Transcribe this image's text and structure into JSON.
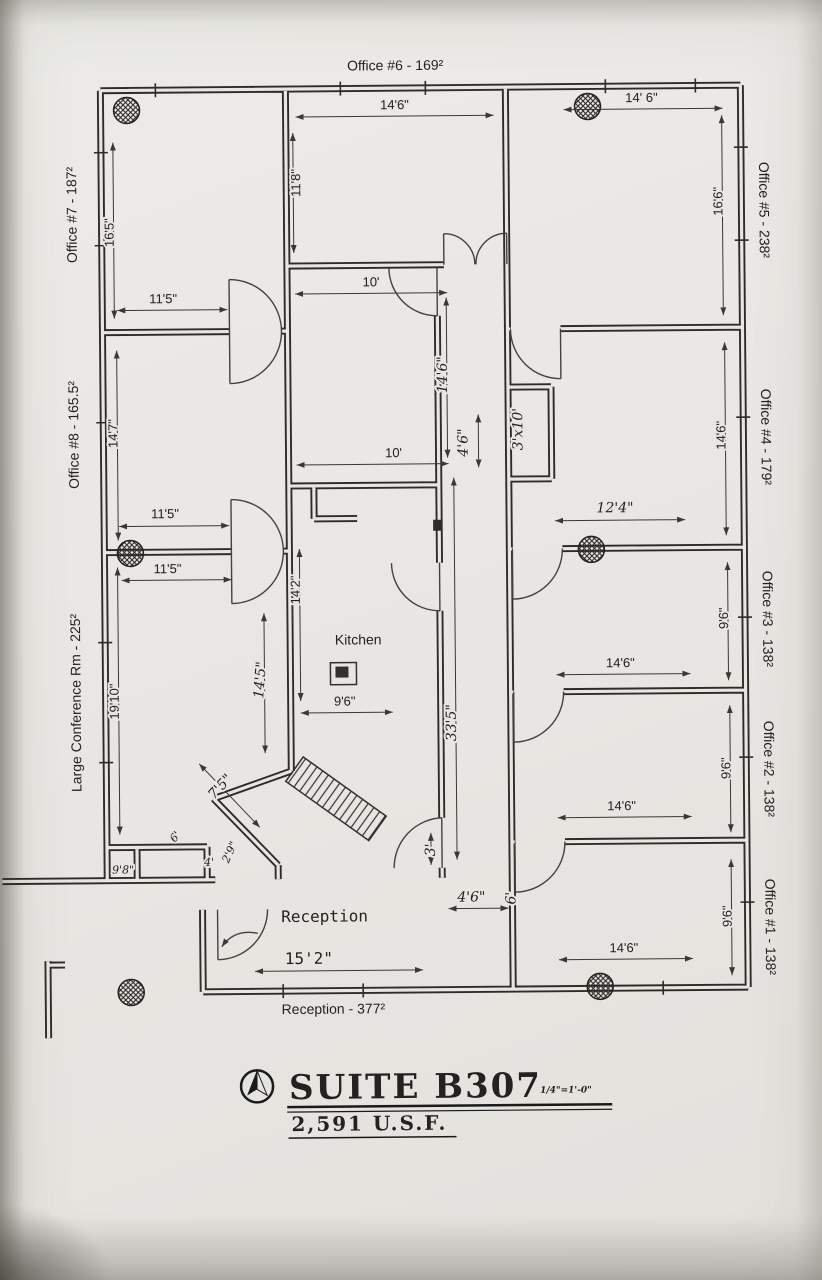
{
  "plan": {
    "rooms": {
      "office6": "Office #6 - 169²",
      "office7": "Office #7 - 187²",
      "office8": "Office #8 - 165.5²",
      "conference": "Large Conference Rm - 225²",
      "office5": "Office #5 - 238²",
      "office4": "Office #4 - 179²",
      "office3": "Office #3 - 138²",
      "office2": "Office #2 - 138²",
      "office1": "Office #1 - 138²",
      "reception": "Reception - 377²",
      "kitchen_label": "Kitchen",
      "reception_label": "Reception"
    },
    "dims": {
      "office6_width": "14'6\"",
      "office5_width": "14' 6\"",
      "office6_height": "11'8\"",
      "office7_height": "16'5\"",
      "office5_height": "16'6\"",
      "office7_width": "11'5\"",
      "mid_width_upper": "10'",
      "corridor_upper": "14'6\"",
      "office8_height": "14'7\"",
      "office4_height": "14'6\"",
      "mid_width_lower": "10'",
      "corridor_niche": "4'6\"",
      "closet": "3'x10'",
      "office8_width": "11'5\"",
      "office4_width": "12'4\"",
      "conference_width": "11'5\"",
      "kitchen_height": "14'2\"",
      "office3_height": "9'6\"",
      "office3_width": "14'6\"",
      "kitchen_height2": "14'5\"",
      "conference_height": "19'10\"",
      "kitchen_width": "9'6\"",
      "corridor_total": "33'5\"",
      "office2_height": "9'6\"",
      "office2_width": "14'6\"",
      "entry_diagonal": "7'5\"",
      "entry_a": "2'9\"",
      "entry_b": "6'",
      "entry_c": "4'",
      "entry_d": "9'8\"",
      "reception_niche": "3'",
      "reception_opening": "4'6\"",
      "reception_e": "6'",
      "office1_height": "9'6\"",
      "office1_width": "14'6\"",
      "reception_width": "15'2\""
    },
    "title": {
      "suite": "SUITE B307",
      "area": "2,591 U.S.F.",
      "scale": "1/4\"=1'-0\""
    }
  }
}
